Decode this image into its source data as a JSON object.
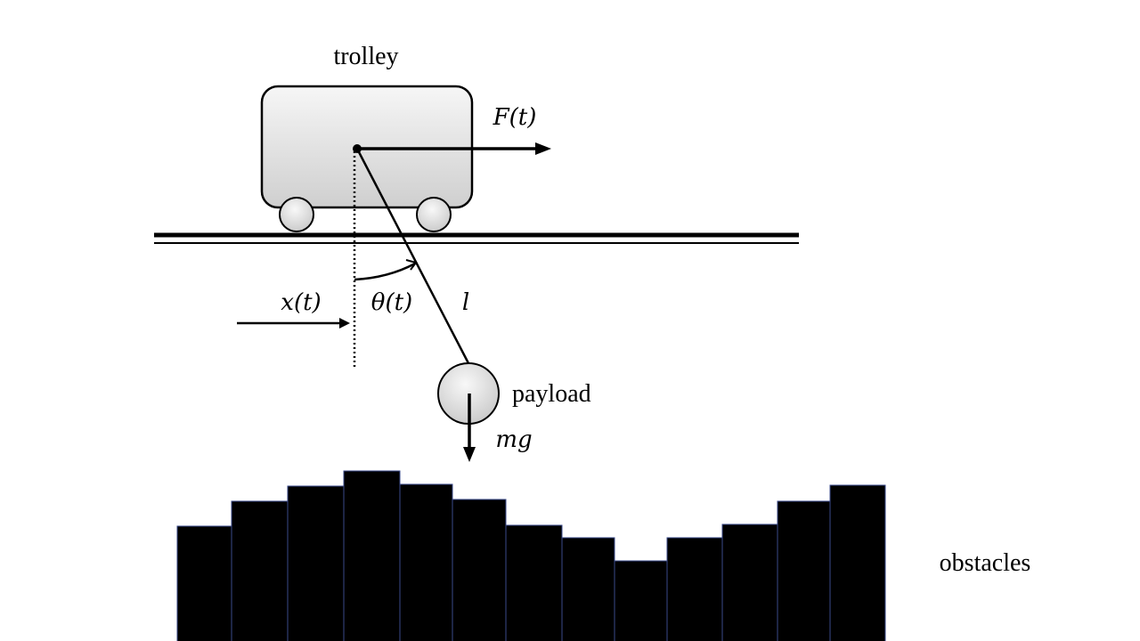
{
  "labels": {
    "trolley": "trolley",
    "force": "F(t)",
    "position": "x(t)",
    "angle": "θ(t)",
    "length": "l",
    "payload": "payload",
    "weight": "mg",
    "obstacles": "obstacles"
  },
  "colors": {
    "obstacle_fill": "#000000",
    "obstacle_edge": "#3a4a8a"
  },
  "obstacle_heights": [
    129,
    157,
    174,
    191,
    176,
    159,
    130,
    116,
    90,
    116,
    131,
    157,
    175
  ]
}
